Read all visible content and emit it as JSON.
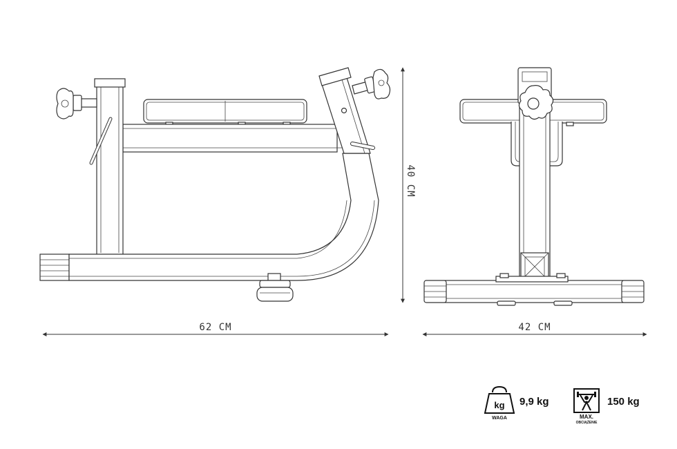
{
  "dimensions": {
    "length": "62 CM",
    "width": "42 CM",
    "height": "40 CM"
  },
  "specs": {
    "weight": {
      "icon_label": "kg",
      "caption": "WAGA",
      "value": "9,9 kg"
    },
    "max_load": {
      "caption": "MAX.",
      "subcaption": "OBCIĄŻENIE",
      "value": "150 kg"
    }
  },
  "colors": {
    "line": "#333333",
    "background": "#ffffff"
  }
}
